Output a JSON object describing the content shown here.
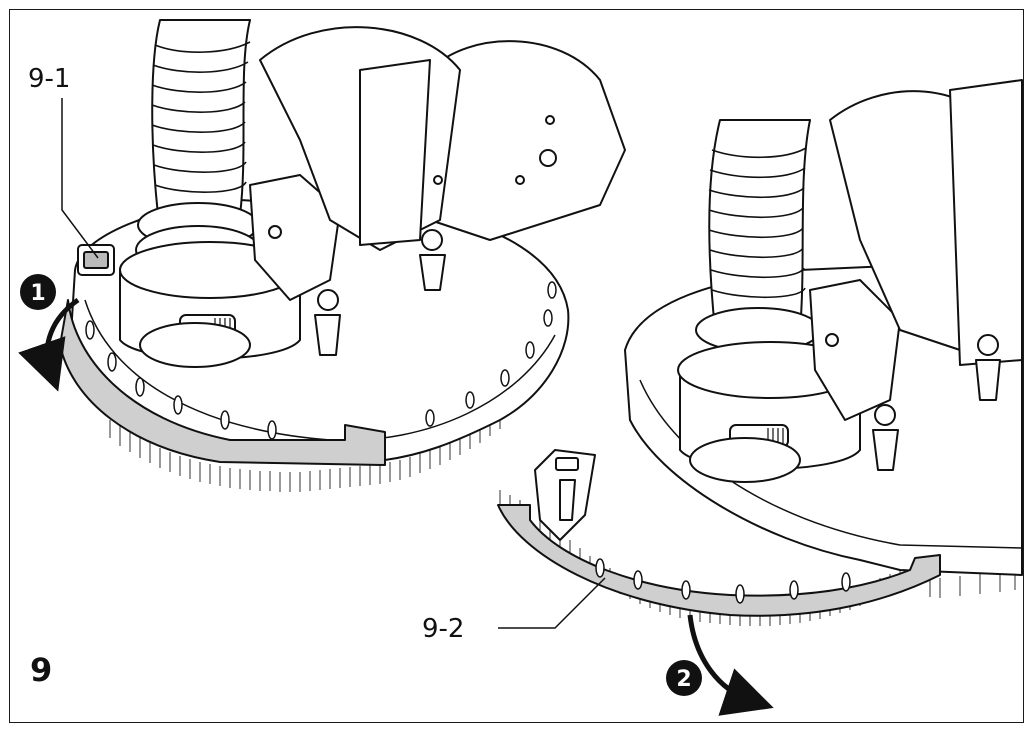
{
  "figure": {
    "number": "9",
    "callouts": [
      "9-1",
      "9-2"
    ],
    "steps": [
      "1",
      "2"
    ]
  },
  "colors": {
    "line": "#111111",
    "segment_fill": "#cfcfcf",
    "body_fill": "#ffffff"
  }
}
